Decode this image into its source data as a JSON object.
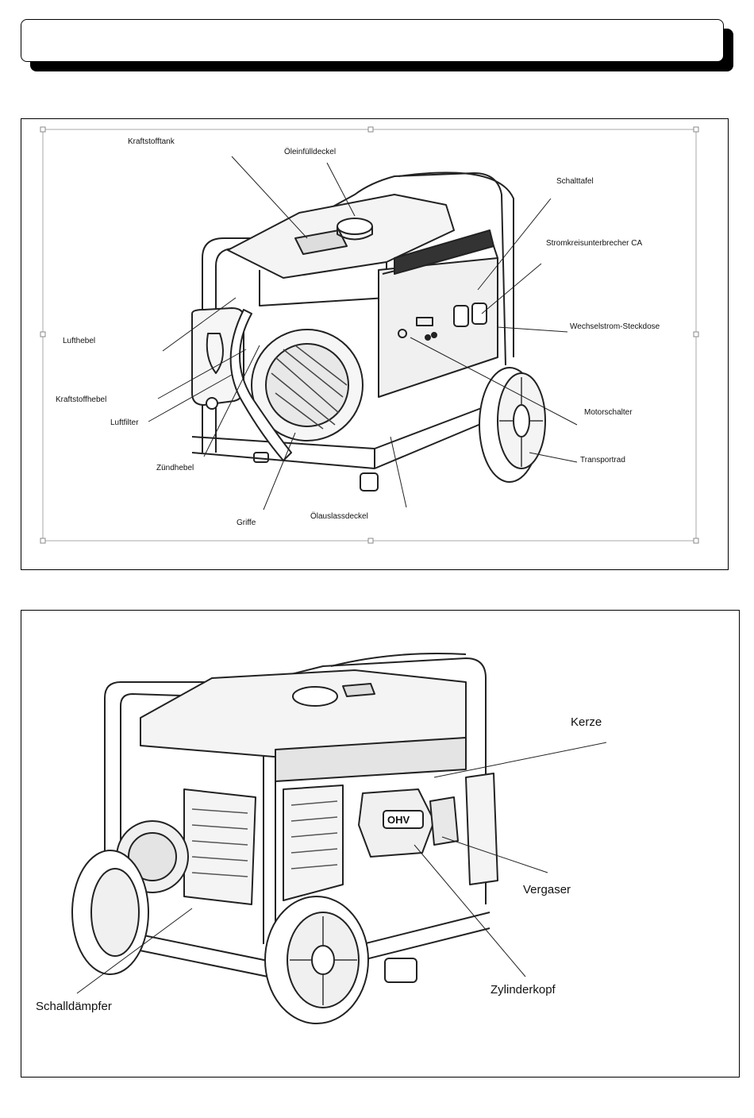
{
  "header": {
    "title": ""
  },
  "figure1": {
    "labels": {
      "fuel_tank": "Kraftstofftank",
      "oil_fill_cap": "Öleinfülldeckel",
      "control_panel": "Schalttafel",
      "circuit_breaker": "Stromkreisunterbrecher CA",
      "ac_outlet": "Wechselstrom-Steckdose",
      "choke_lever": "Lufthebel",
      "fuel_lever": "Kraftstoffhebel",
      "air_filter": "Luftfilter",
      "engine_switch": "Motorschalter",
      "recoil_starter": "Zündhebel",
      "transport_wheel": "Transportrad",
      "handles": "Griffe",
      "oil_drain_cap": "Ölauslassdeckel"
    }
  },
  "figure2": {
    "labels": {
      "spark_plug": "Kerze",
      "carburetor": "Vergaser",
      "muffler": "Schalldämpfer",
      "cylinder_head": "Zylinderkopf",
      "engine_badge": "OHV"
    }
  }
}
